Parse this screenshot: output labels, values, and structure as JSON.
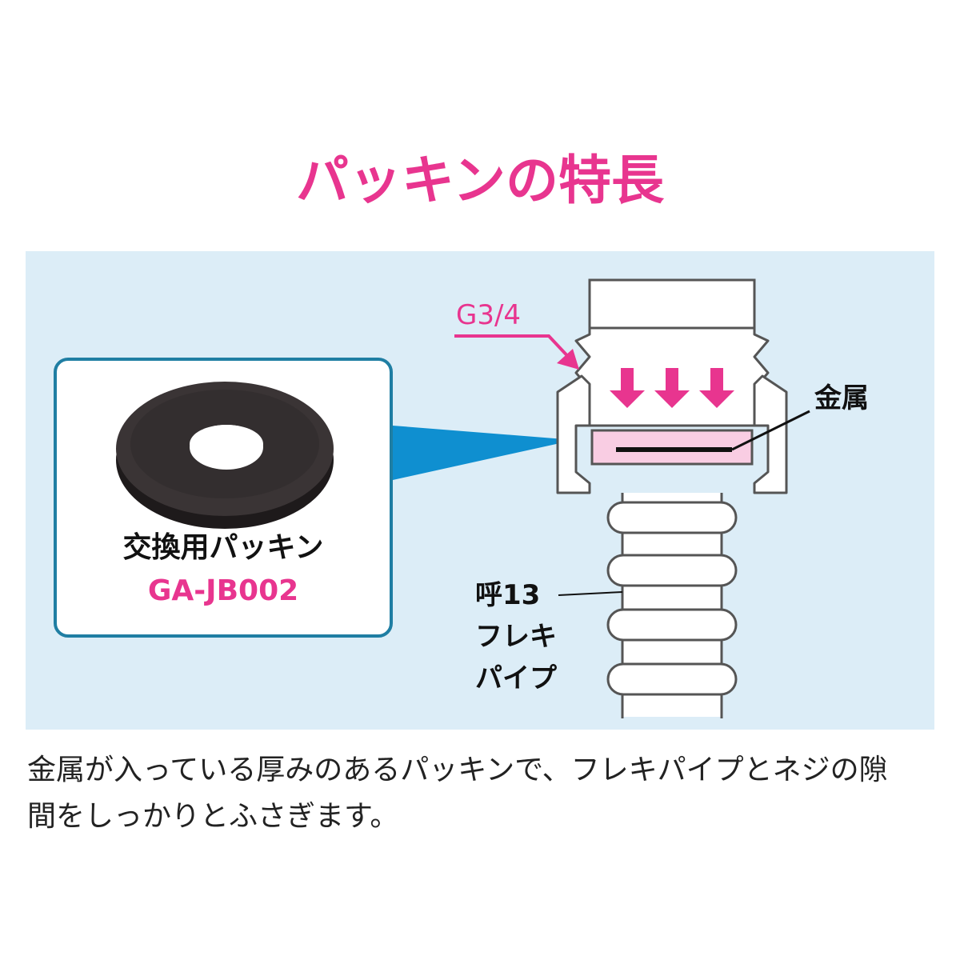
{
  "title": "パッキンの特長",
  "card": {
    "label": "交換用パッキン",
    "code": "GA-JB002"
  },
  "labels": {
    "thread": "G3/4",
    "metal": "金属",
    "pipe_line1": "呼13",
    "pipe_line2": "フレキ",
    "pipe_line3": "パイプ"
  },
  "caption": {
    "line1": "金属が入っている厚みのあるパッキンで、フレキパイプとネジの隙",
    "line2": "間をしっかりとふさぎます。"
  },
  "colors": {
    "accent_pink": "#e8358f",
    "panel_blue": "#dcedf7",
    "card_border": "#1f7ea3",
    "pointer_blue": "#0f8fd0",
    "gasket_fill": "#f9cde3",
    "washer": "#2f2a2b"
  }
}
